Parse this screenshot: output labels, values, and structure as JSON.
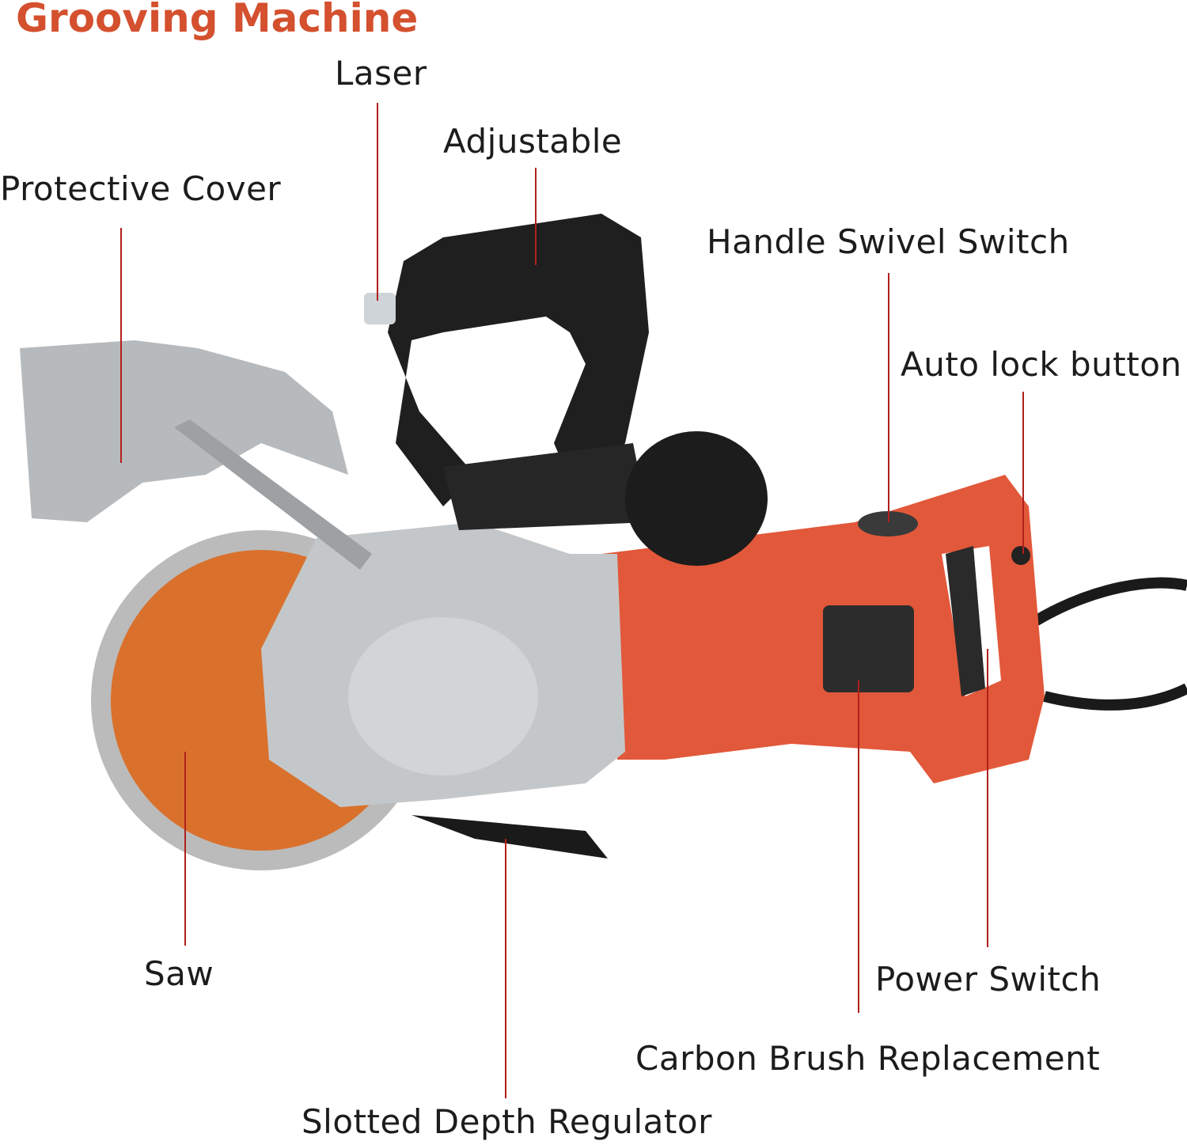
{
  "title": "Grooving Machine",
  "labels": {
    "laser": "Laser",
    "adjustable": "Adjustable",
    "protective_cover": "Protective Cover",
    "handle_swivel_switch": "Handle Swivel Switch",
    "auto_lock_button": "Auto lock button",
    "saw": "Saw",
    "power_switch": "Power Switch",
    "carbon_brush_replacement": "Carbon Brush Replacement",
    "slotted_depth_regulator": "Slotted Depth Regulator"
  },
  "colors": {
    "title": "#d4502e",
    "leader_line": "#b0201c",
    "body": "#e2583a",
    "metal": "#bfc2c4",
    "blade": "#d9712d",
    "handle": "#1f1f1f"
  }
}
